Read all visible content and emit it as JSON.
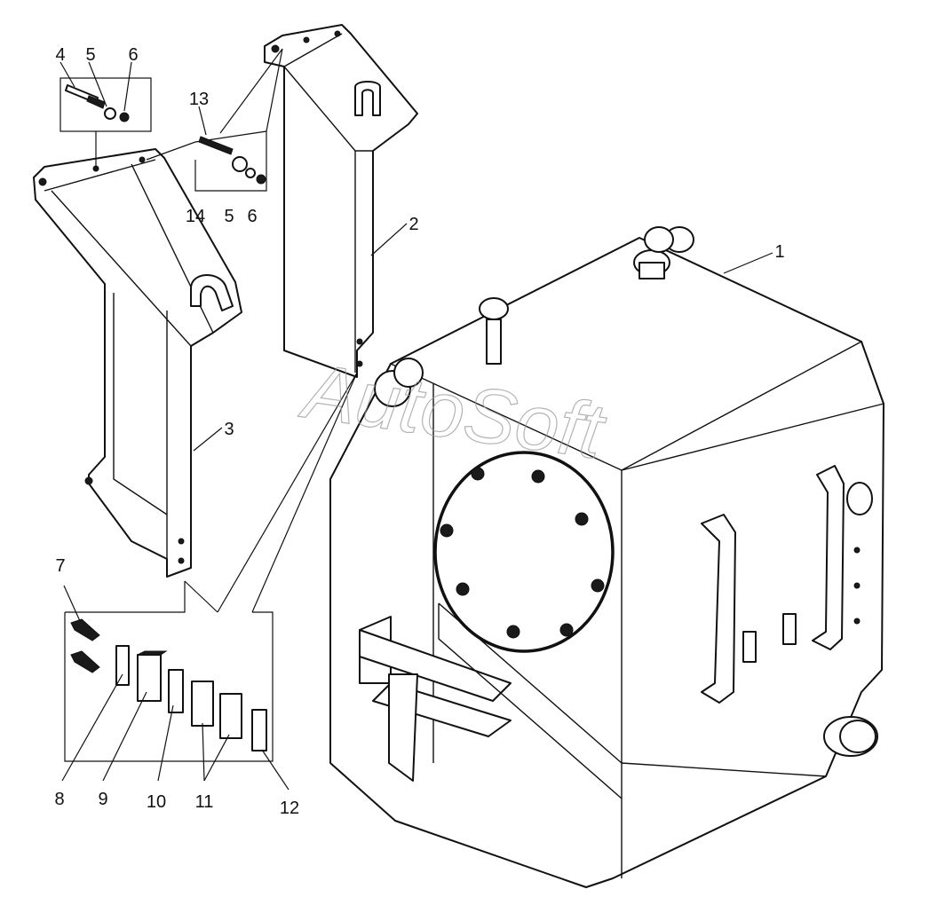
{
  "diagram": {
    "watermark": "AutoSoft",
    "callouts": [
      {
        "id": "c1",
        "label": "1",
        "part": "fuel-tank"
      },
      {
        "id": "c2",
        "label": "2",
        "part": "right-bracket"
      },
      {
        "id": "c3",
        "label": "3",
        "part": "left-bracket"
      },
      {
        "id": "c4",
        "label": "4",
        "part": "bolt"
      },
      {
        "id": "c5a",
        "label": "5",
        "part": "washer"
      },
      {
        "id": "c6a",
        "label": "6",
        "part": "nut"
      },
      {
        "id": "c13",
        "label": "13",
        "part": "bolt-long"
      },
      {
        "id": "c14",
        "label": "14",
        "part": "washer-large"
      },
      {
        "id": "c5b",
        "label": "5",
        "part": "washer"
      },
      {
        "id": "c6b",
        "label": "6",
        "part": "nut"
      },
      {
        "id": "c7",
        "label": "7",
        "part": "screw"
      },
      {
        "id": "c8",
        "label": "8",
        "part": "plate-small"
      },
      {
        "id": "c9",
        "label": "9",
        "part": "plate-thick"
      },
      {
        "id": "c10",
        "label": "10",
        "part": "plate-thin"
      },
      {
        "id": "c11",
        "label": "11",
        "part": "pads"
      },
      {
        "id": "c12",
        "label": "12",
        "part": "plate-end"
      }
    ],
    "colors": {
      "line": "#111111",
      "fill": "#ffffff",
      "watermark": "#9a9a9a"
    }
  }
}
